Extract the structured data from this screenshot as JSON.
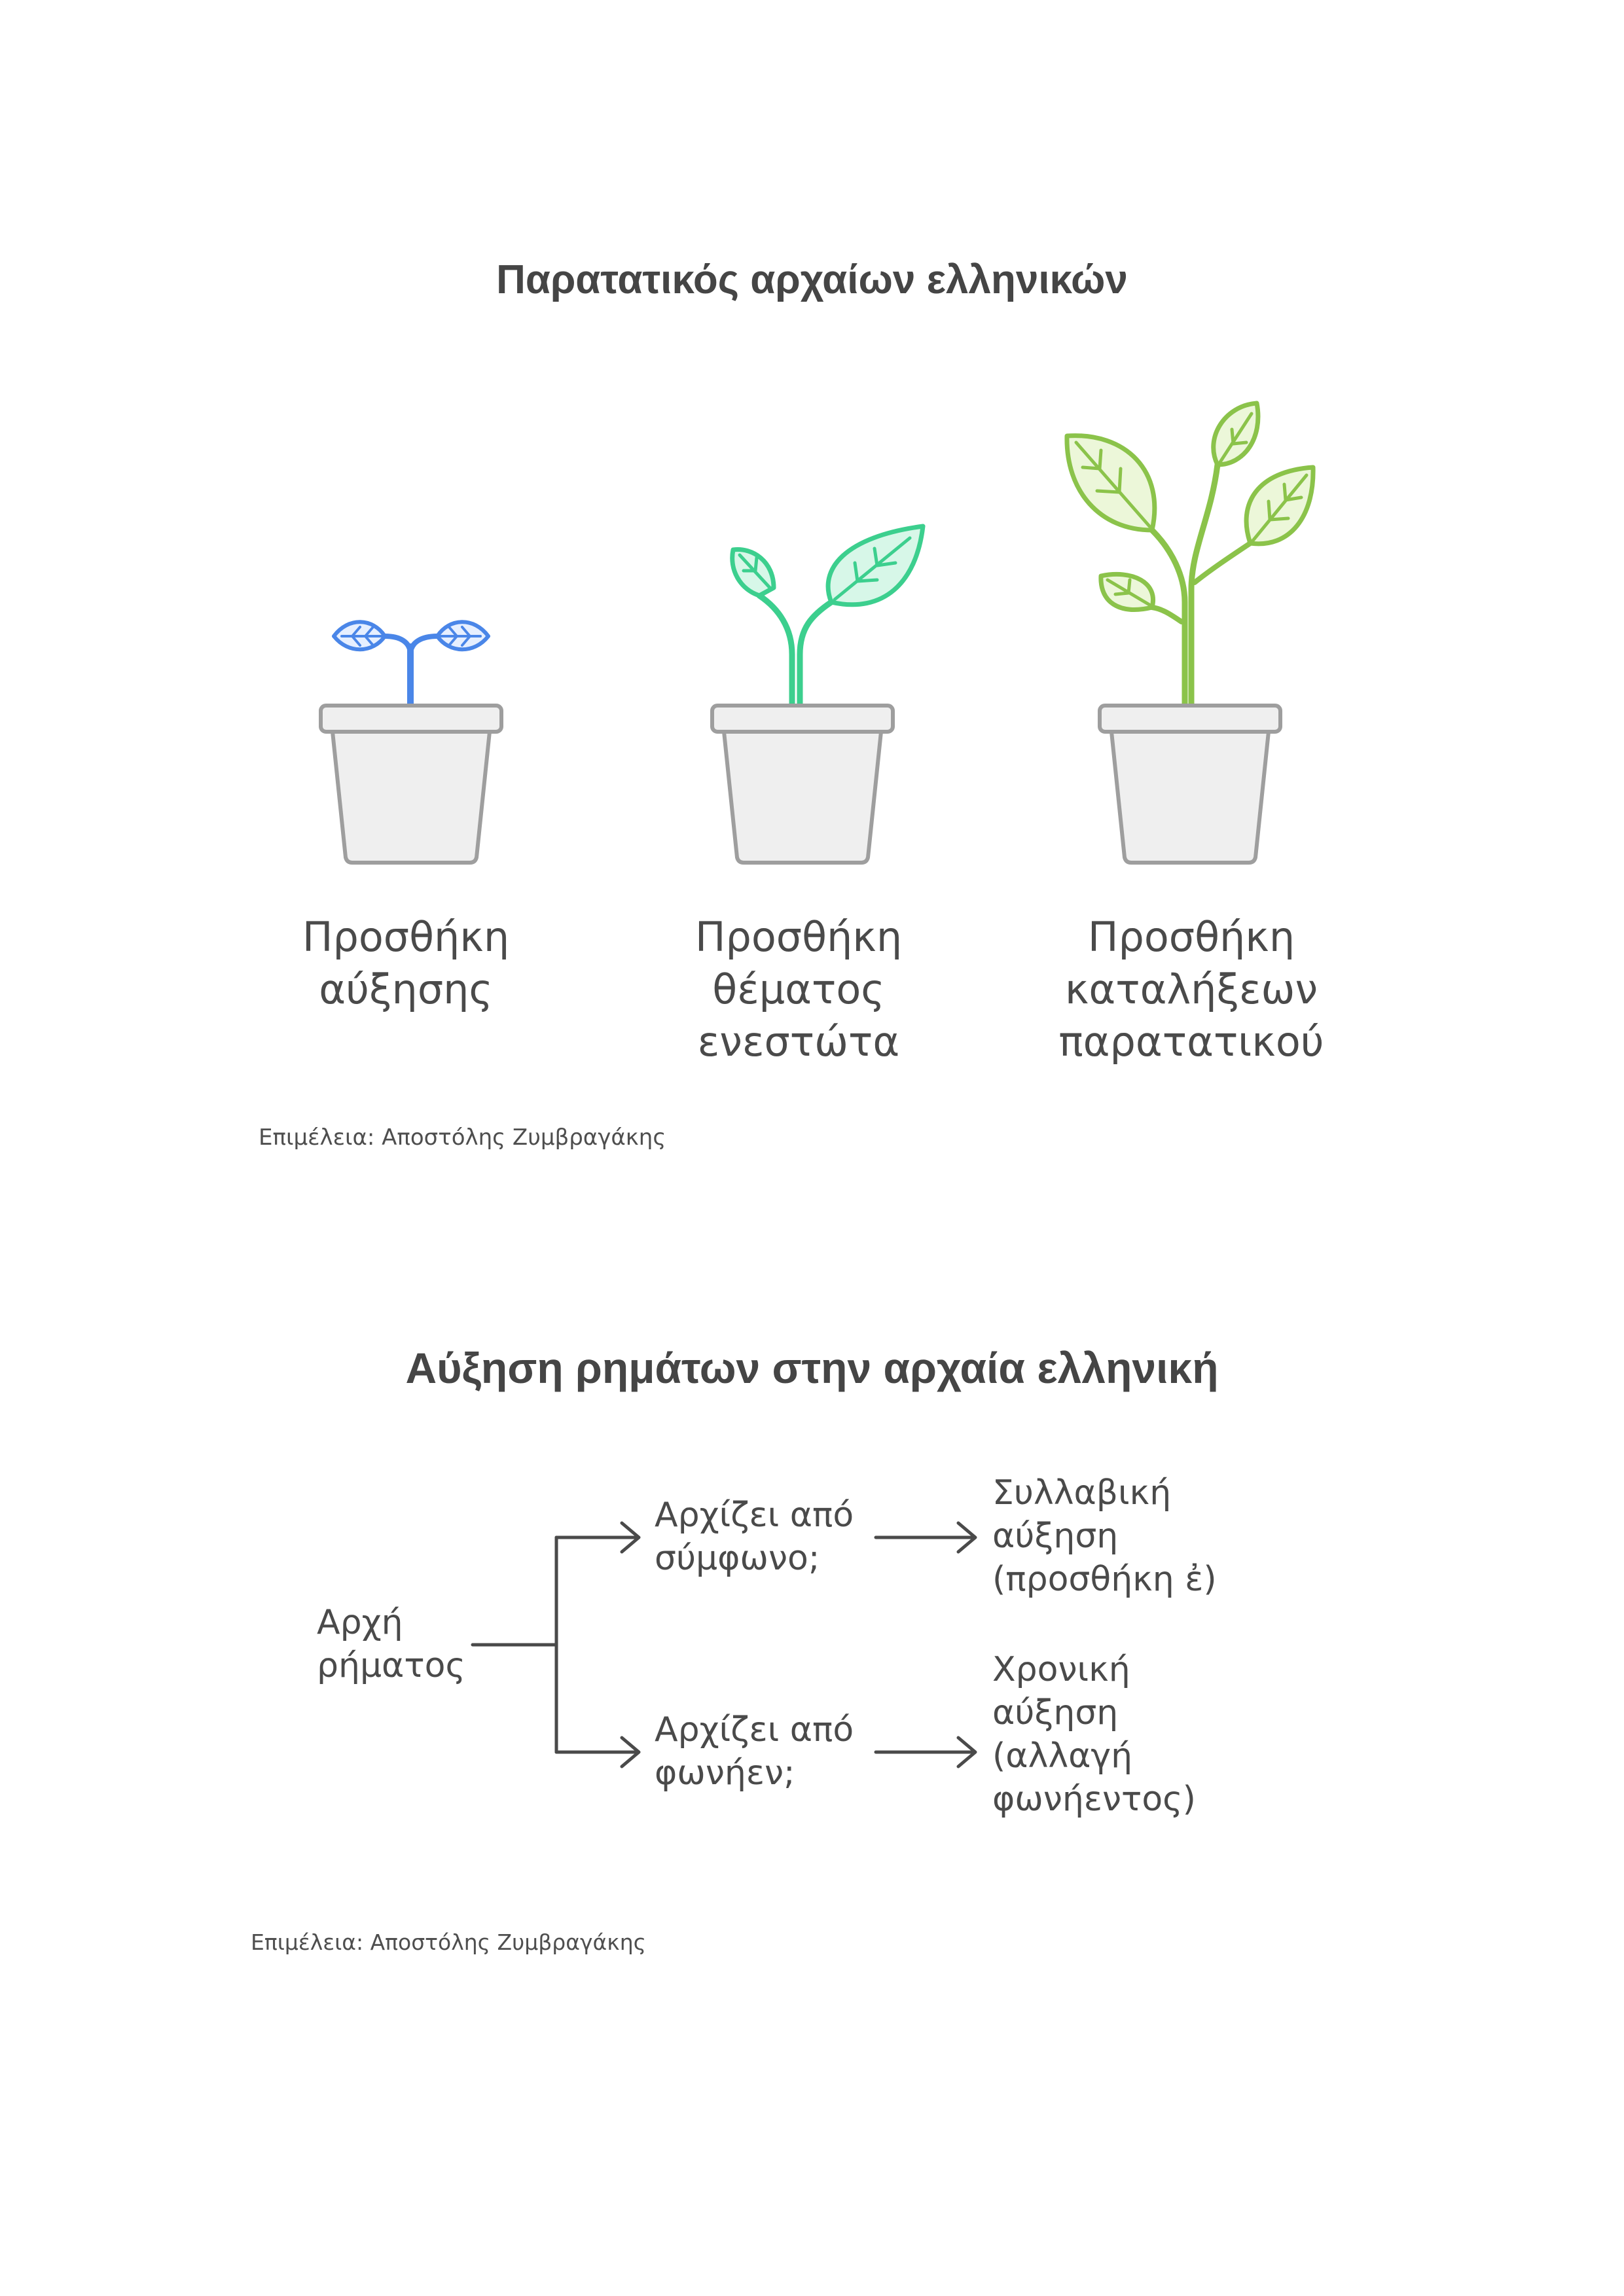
{
  "section1": {
    "title": "Παρατατικός αρχαίων ελληνικών",
    "steps": [
      {
        "lines": [
          "Προσθήκη",
          "αύξησης"
        ],
        "accent": "#4a86e8"
      },
      {
        "lines": [
          "Προσθήκη",
          "θέματος",
          "ενεστώτα"
        ],
        "accent": "#3ccf8e"
      },
      {
        "lines": [
          "Προσθήκη",
          "καταλήξεων",
          "παρατατικού"
        ],
        "accent": "#8bc34a"
      }
    ],
    "credit": "Επιμέλεια: Αποστόλης Ζυμβραγάκης"
  },
  "section2": {
    "title": "Αύξηση ρημάτων στην αρχαία ελληνική",
    "root": {
      "lines": [
        "Αρχή",
        "ρήματος"
      ]
    },
    "branches": [
      {
        "question": [
          "Αρχίζει από",
          "σύμφωνο;"
        ],
        "result": [
          "Συλλαβική",
          "αύξηση",
          "(προσθήκη ἐ)"
        ]
      },
      {
        "question": [
          "Αρχίζει από",
          "φωνήεν;"
        ],
        "result": [
          "Χρονική",
          "αύξηση",
          "(αλλαγή",
          "φωνήεντος)"
        ]
      }
    ],
    "credit": "Επιμέλεια: Αποστόλης Ζυμβραγάκης"
  }
}
